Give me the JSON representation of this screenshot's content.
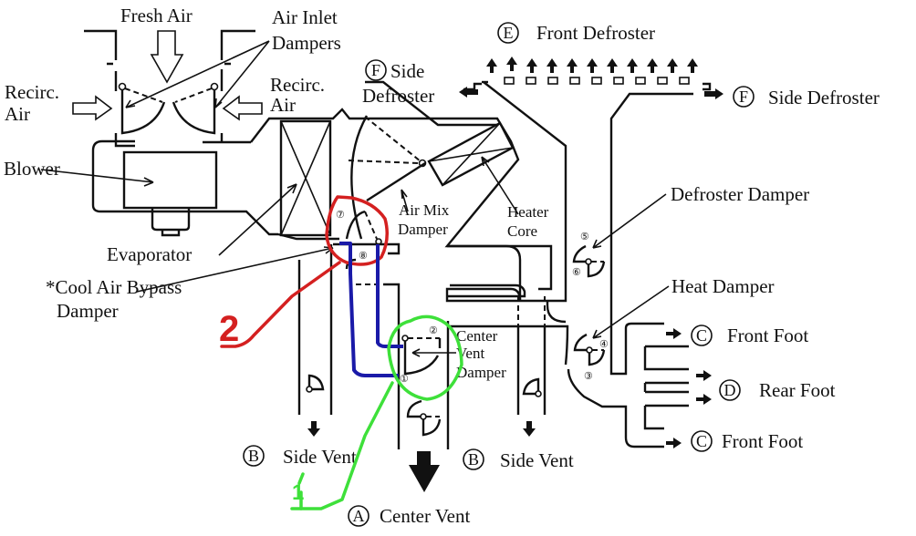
{
  "diagram": {
    "labels": {
      "fresh_air": "Fresh Air",
      "air_inlet_dampers_1": "Air Inlet",
      "air_inlet_dampers_2": "Dampers",
      "recirc_left_1": "Recirc.",
      "recirc_left_2": "Air",
      "recirc_right_1": "Recirc.",
      "recirc_right_2": "Air",
      "blower": "Blower",
      "evaporator": "Evaporator",
      "cool_air_bypass_1": "*Cool Air Bypass",
      "cool_air_bypass_2": "Damper",
      "air_mix_1": "Air Mix",
      "air_mix_2": "Damper",
      "heater_core_1": "Heater",
      "heater_core_2": "Core",
      "side_defroster_left_1": "Side",
      "side_defroster_left_2": "Defroster",
      "front_defroster": "Front Defroster",
      "side_defroster_right": "Side Defroster",
      "defroster_damper": "Defroster Damper",
      "heat_damper": "Heat Damper",
      "front_foot_top": "Front Foot",
      "rear_foot": "Rear Foot",
      "front_foot_bottom": "Front Foot",
      "center_vent_damper_1": "Center",
      "center_vent_damper_2": "Vent",
      "center_vent_damper_3": "Damper",
      "side_vent_left": "Side Vent",
      "side_vent_right": "Side Vent",
      "center_vent": "Center Vent"
    },
    "outlet_letters": {
      "A": "A",
      "B_left": "B",
      "B_right": "B",
      "C_top": "C",
      "D": "D",
      "C_bottom": "C",
      "E": "E",
      "F_left": "F",
      "F_right": "F"
    },
    "damper_numbers": {
      "n1": "①",
      "n2": "②",
      "n3": "③",
      "n4": "④",
      "n5": "⑤",
      "n6": "⑥",
      "n7": "⑦",
      "n8": "⑧"
    },
    "annotations": {
      "red_mark": "2",
      "green_mark": "1",
      "red_color": "#d42020",
      "blue_color": "#1a1aa8",
      "green_color": "#3ee03a"
    }
  }
}
